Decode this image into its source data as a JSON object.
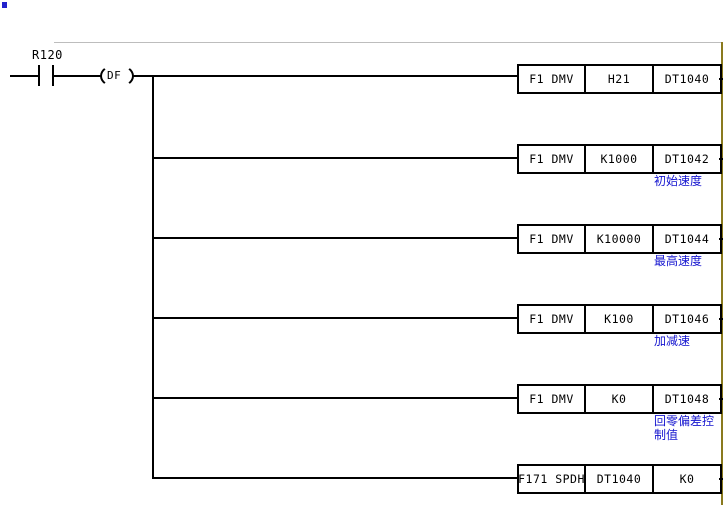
{
  "diagram": {
    "type": "ladder-logic",
    "title_marker": "",
    "contact": {
      "label": "R120",
      "kind": "normally-open-contact"
    },
    "coil": {
      "label": "DF",
      "kind": "differential-up-coil"
    },
    "rungs": [
      {
        "id": "rung-1",
        "cells": [
          "F1 DMV",
          "H21",
          "DT1040"
        ],
        "annotation": ""
      },
      {
        "id": "rung-2",
        "cells": [
          "F1 DMV",
          "K1000",
          "DT1042"
        ],
        "annotation": "初始速度"
      },
      {
        "id": "rung-3",
        "cells": [
          "F1 DMV",
          "K10000",
          "DT1044"
        ],
        "annotation": "最高速度"
      },
      {
        "id": "rung-4",
        "cells": [
          "F1 DMV",
          "K100",
          "DT1046"
        ],
        "annotation": "加减速"
      },
      {
        "id": "rung-5",
        "cells": [
          "F1 DMV",
          "K0",
          "DT1048"
        ],
        "annotation": "回零偏差控制值"
      },
      {
        "id": "rung-6",
        "cells": [
          "F171 SPDH",
          "DT1040",
          "K0"
        ],
        "annotation": ""
      }
    ],
    "colors": {
      "line": "#000000",
      "annotation": "#1414cf",
      "right_rail": "#8a7a1e",
      "separator": "#bdbdbd",
      "marker": "#2222cc"
    }
  }
}
